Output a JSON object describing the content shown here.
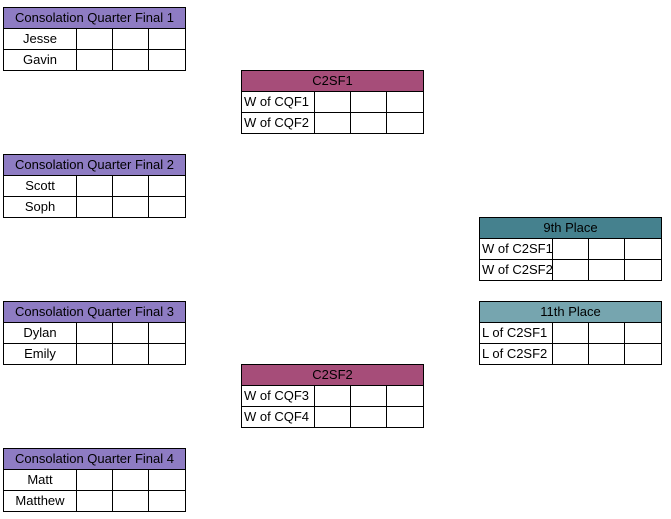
{
  "cqf1": {
    "title": "Consolation Quarter Final 1",
    "players": [
      "Jesse",
      "Gavin"
    ]
  },
  "cqf2": {
    "title": "Consolation Quarter Final 2",
    "players": [
      "Scott",
      "Soph"
    ]
  },
  "cqf3": {
    "title": "Consolation Quarter Final 3",
    "players": [
      "Dylan",
      "Emily"
    ]
  },
  "cqf4": {
    "title": "Consolation Quarter Final 4",
    "players": [
      "Matt",
      "Matthew"
    ]
  },
  "c2sf1": {
    "title": "C2SF1",
    "players": [
      "W of CQF1",
      "W of CQF2"
    ]
  },
  "c2sf2": {
    "title": "C2SF2",
    "players": [
      "W of CQF3",
      "W of CQF4"
    ]
  },
  "place9": {
    "title": "9th Place",
    "players": [
      "W of C2SF1",
      "W of C2SF2"
    ]
  },
  "place11": {
    "title": "11th Place",
    "players": [
      "L of C2SF1",
      "L of C2SF2"
    ]
  },
  "colors": {
    "quarter_final_header": "#8e7cc3",
    "semi_final_header": "#a64d79",
    "ninth_place_header": "#45818e",
    "eleventh_place_header": "#76a5af"
  }
}
